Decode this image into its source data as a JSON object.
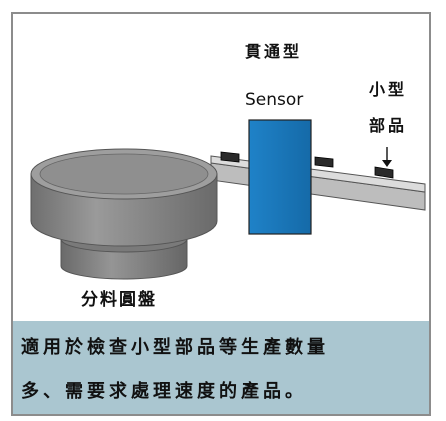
{
  "labels": {
    "sensor_type": "貫通型",
    "sensor_name": "Sensor",
    "part_line1": "小型",
    "part_line2": "部品",
    "feeder": "分料圓盤"
  },
  "description": {
    "line1": "適用於檢查小型部品等生產數量",
    "line2": "多、需要求處理速度的產品。"
  },
  "colors": {
    "feeder_gray": "#8a8a8a",
    "sensor_blue": "#1a78be",
    "description_bg": "#aac6d0",
    "frame_border": "#8c8c8c",
    "part_dark": "#2a2a2a"
  }
}
